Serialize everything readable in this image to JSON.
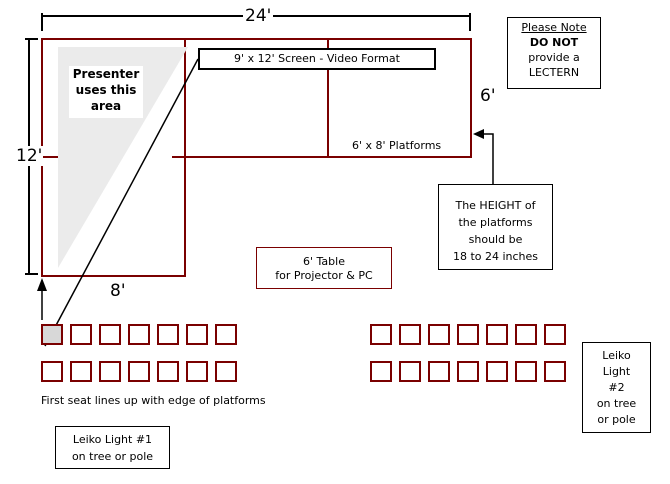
{
  "dimensions": {
    "width_label": "24'",
    "height_label": "12'",
    "platform_height_label": "6'",
    "platform_width_label": "8'"
  },
  "presenter_area": {
    "text": "Presenter uses this area"
  },
  "screen": {
    "label": "9' x 12' Screen - Video Format"
  },
  "platforms": {
    "label": "6' x 8' Platforms"
  },
  "note": {
    "line1": "Please Note",
    "line2": "DO NOT",
    "line3": "provide a",
    "line4": "LECTERN"
  },
  "height_note": {
    "line1": "The HEIGHT of",
    "line2": "the platforms",
    "line3": "should be",
    "line4": "18 to 24 inches"
  },
  "table": {
    "line1": "6' Table",
    "line2": "for Projector & PC"
  },
  "seating": {
    "left_rows": 2,
    "left_seats_per_row": 7,
    "right_rows": 2,
    "right_seats_per_row": 7,
    "first_seat_note": "First seat lines up with edge of platforms"
  },
  "light1": {
    "line1": "Leiko Light #1",
    "line2": "on tree or pole"
  },
  "light2": {
    "line1": "Leiko",
    "line2": "Light",
    "line3": "#2",
    "line4": "on tree",
    "line5": "or pole"
  },
  "colors": {
    "platform_border": "#7a0000",
    "presenter_fill": "#ebebeb",
    "first_seat_fill": "#d8d8d8"
  }
}
